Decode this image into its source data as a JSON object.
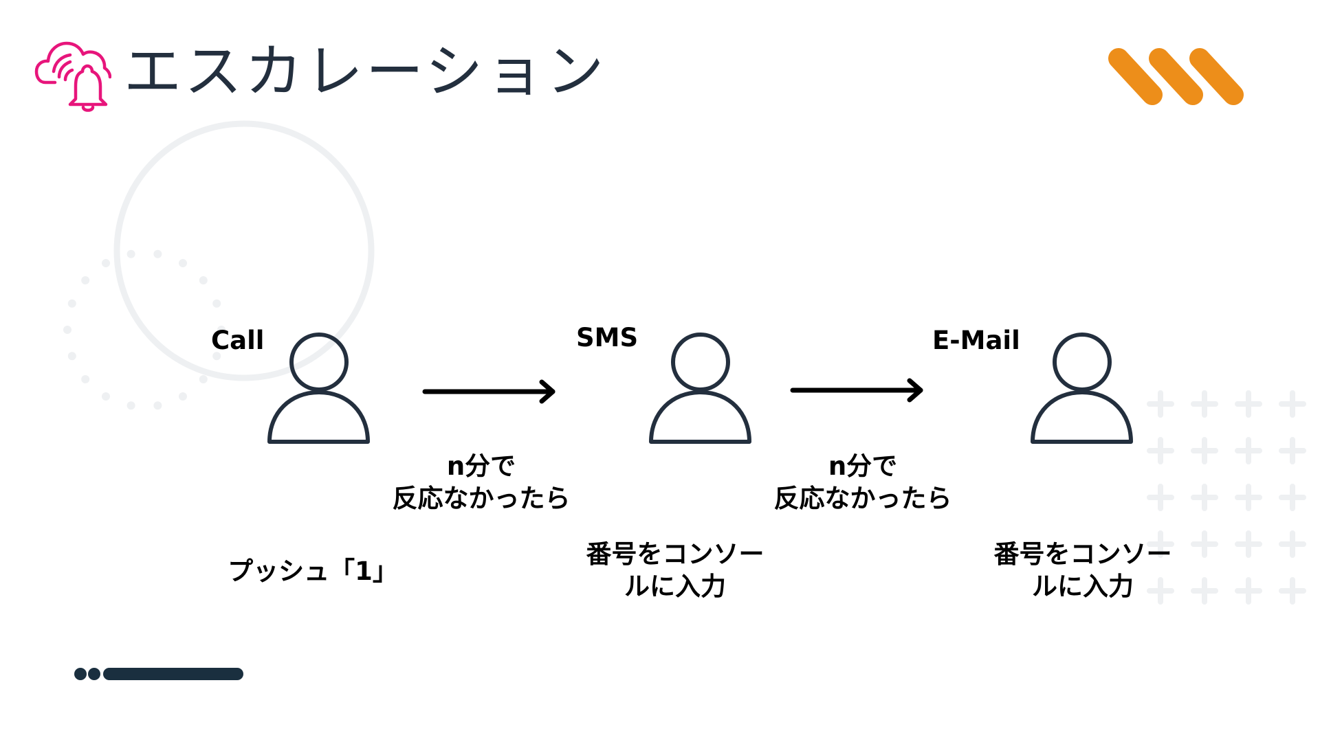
{
  "title": "エスカレーション",
  "colors": {
    "title_text": "#232f3e",
    "icon_outline": "#232f3e",
    "cloud_bell_icon": "#e7157b",
    "logo": "#ed8e1a",
    "decor_light": "#eef0f2",
    "footer_bar": "#1a2f3f"
  },
  "icons": {
    "header": "cloud-bell-icon",
    "logo": "three-stripes-logo",
    "person": "person-icon",
    "arrow": "arrow-right-icon"
  },
  "steps": [
    {
      "channel": "Call",
      "description": [
        "プッシュ「1」"
      ]
    },
    {
      "channel": "SMS",
      "description": [
        "番号をコンソー",
        "ルに入力"
      ]
    },
    {
      "channel": "E-Mail",
      "description": [
        "番号をコンソー",
        "ルに入力"
      ]
    }
  ],
  "transitions": [
    {
      "lines": [
        "n分で",
        "反応なかったら"
      ]
    },
    {
      "lines": [
        "n分で",
        "反応なかったら"
      ]
    }
  ]
}
